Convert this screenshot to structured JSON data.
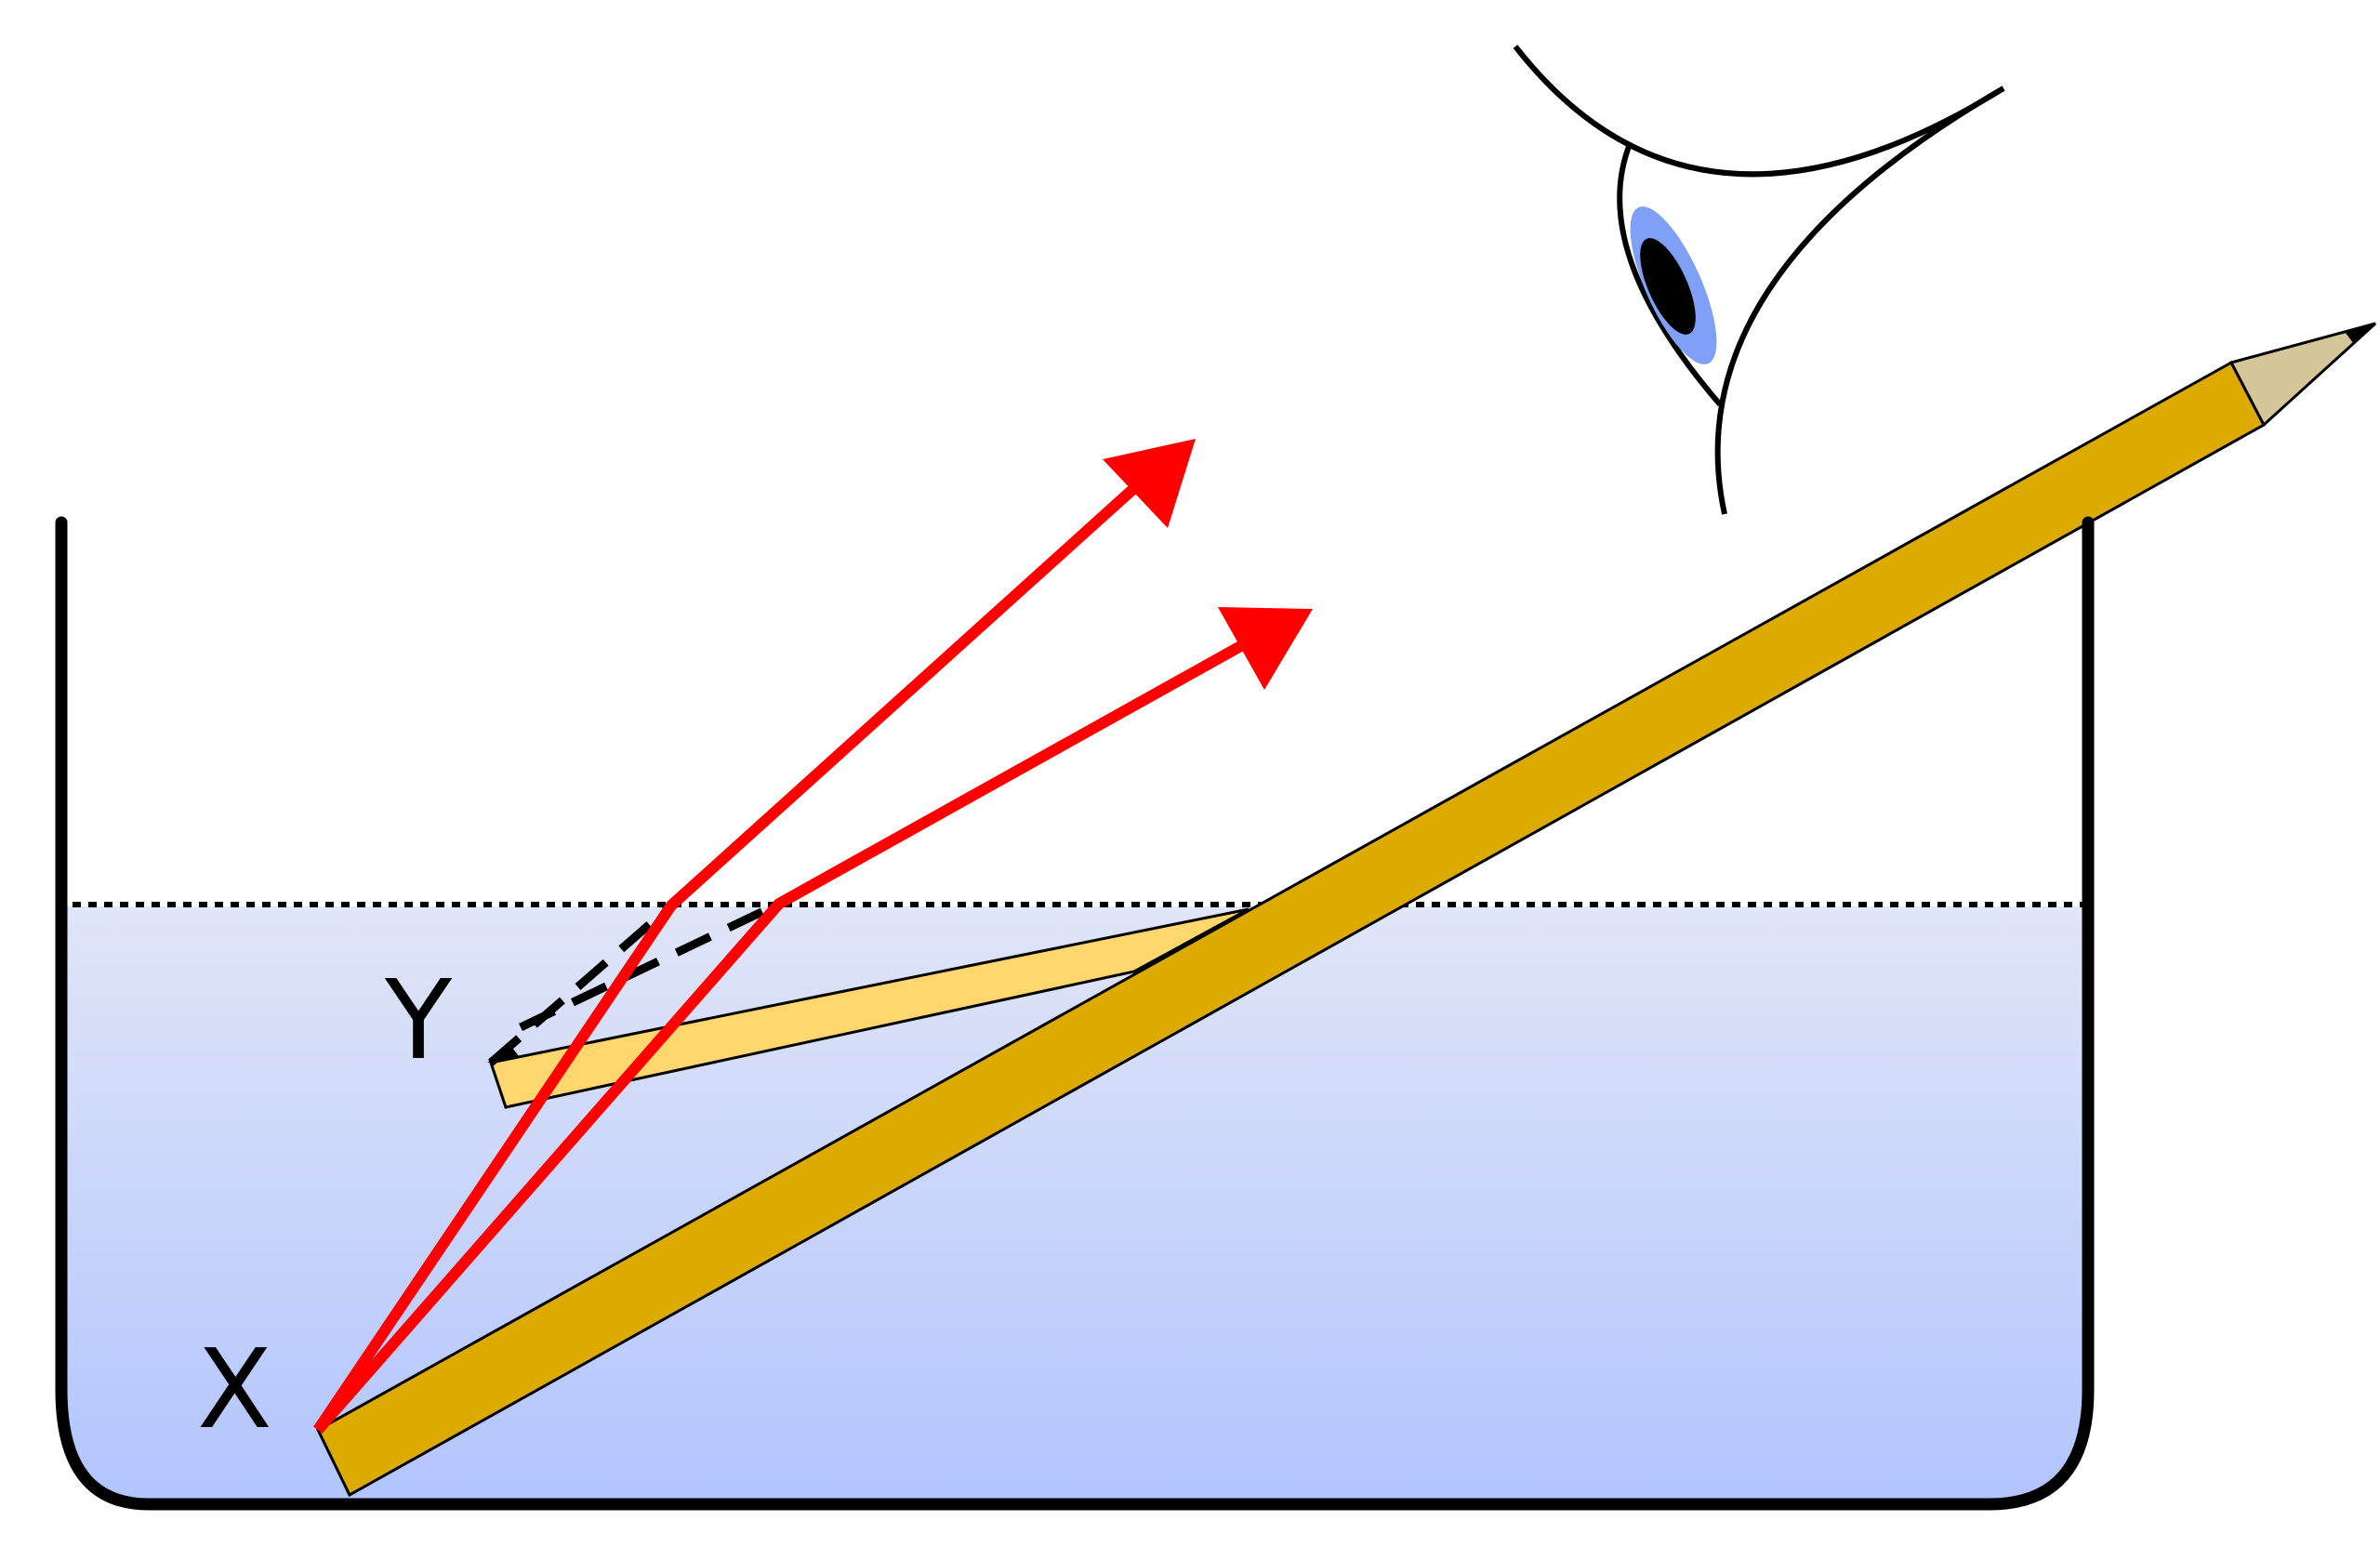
{
  "labels": {
    "x": "X",
    "y": "Y"
  },
  "colors": {
    "water_top": "#e0e5f7",
    "water_bottom": "#b1c4fd",
    "container_stroke": "#000000",
    "surface_line": "#000000",
    "pencil_real": "#ddaa00",
    "pencil_apparent": "#ffd76e",
    "pencil_tip": "#d5c69a",
    "ray": "#ff0000",
    "eye_iris": "#7fa0f6",
    "eye_pupil": "#000000"
  },
  "icons": {
    "eye": "eye-icon",
    "ray_arrow": "arrowhead"
  }
}
